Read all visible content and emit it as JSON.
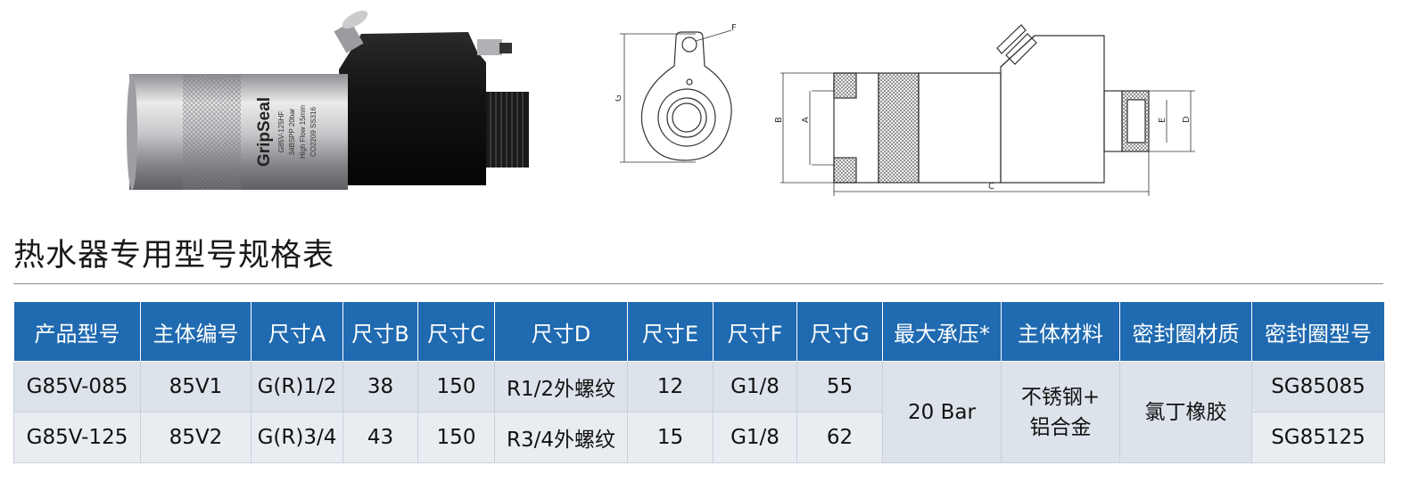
{
  "section_title": "热水器专用型号规格表",
  "product_label": {
    "brand": "GripSeal",
    "model": "G85V-125HF",
    "line1": "34BSPP 20bar",
    "line2": "High Flow 15mm",
    "line3": "CO2209 SS316"
  },
  "drawing_labels": {
    "F": "F",
    "G": "G",
    "A": "A",
    "B": "B",
    "C": "C",
    "D": "D",
    "E": "E"
  },
  "table": {
    "headers": [
      "产品型号",
      "主体编号",
      "尺寸A",
      "尺寸B",
      "尺寸C",
      "尺寸D",
      "尺寸E",
      "尺寸F",
      "尺寸G",
      "最大承压*",
      "主体材料",
      "密封圈材质",
      "密封圈型号"
    ],
    "rows": [
      [
        "G85V-085",
        "85V1",
        "G(R)1/2",
        "38",
        "150",
        "R1/2外螺纹",
        "12",
        "G1/8",
        "55",
        "SG85085"
      ],
      [
        "G85V-125",
        "85V2",
        "G(R)3/4",
        "43",
        "150",
        "R3/4外螺纹",
        "15",
        "G1/8",
        "62",
        "SG85125"
      ]
    ],
    "shared": {
      "max_pressure": "20 Bar",
      "body_material_line1": "不锈钢+",
      "body_material_line2": "铝合金",
      "seal_material": "氯丁橡胶"
    }
  },
  "colors": {
    "header_bg": "#1f6ab0",
    "header_text": "#ffffff",
    "row_bg": "#dde3ea",
    "body_black": "#151515",
    "aluminum": "#c8c8c8"
  }
}
